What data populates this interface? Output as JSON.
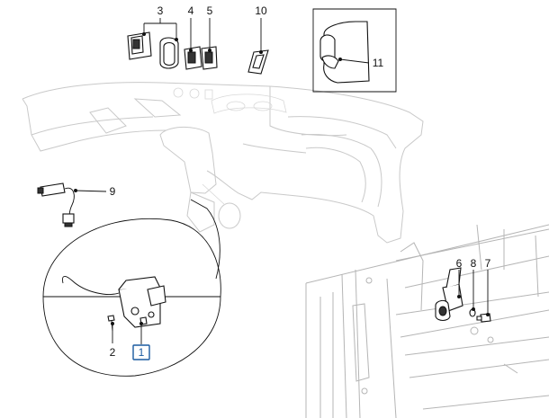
{
  "diagram": {
    "callouts": [
      {
        "id": "3",
        "label": "3"
      },
      {
        "id": "4",
        "label": "4"
      },
      {
        "id": "5",
        "label": "5"
      },
      {
        "id": "10",
        "label": "10"
      },
      {
        "id": "11",
        "label": "11"
      },
      {
        "id": "9",
        "label": "9"
      },
      {
        "id": "2",
        "label": "2"
      },
      {
        "id": "1",
        "label": "1",
        "highlighted": true
      },
      {
        "id": "6",
        "label": "6"
      },
      {
        "id": "8",
        "label": "8"
      },
      {
        "id": "7",
        "label": "7"
      }
    ],
    "highlight_color": "#1a5aa0"
  }
}
